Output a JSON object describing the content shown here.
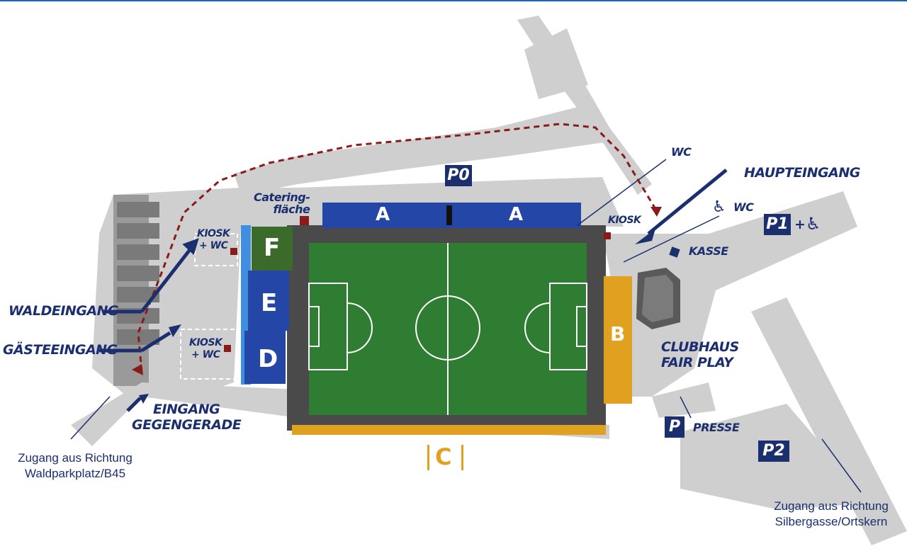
{
  "colors": {
    "navy": "#1b2f6e",
    "pitch": "#2e7d32",
    "stand_blue": "#2446a6",
    "stand_light_blue": "#3f8ee0",
    "stand_green": "#3a6b2a",
    "stand_orange": "#e0a020",
    "route_dashed": "#8b1a1a",
    "path_gray": "#c7c7c7"
  },
  "stands": {
    "a_left": "A",
    "a_right": "A",
    "b": "B",
    "c": "C",
    "d": "D",
    "e": "E",
    "f": "F"
  },
  "parking": {
    "p0": "P0",
    "p1": "P1",
    "p2": "P2",
    "p_presse": "P"
  },
  "labels": {
    "catering": "Catering-\nfläche",
    "kiosk_top": "KIOSK",
    "kiosk_f": "KIOSK\n+ WC",
    "kiosk_d": "KIOSK\n+ WC",
    "wc_top": "WC",
    "accessible_wc": "WC",
    "haupteingang": "HAUPTEINGANG",
    "kasse": "KASSE",
    "clubhaus": "CLUBHAUS\nFAIR PLAY",
    "presse": "PRESSE",
    "waldeingang": "WALDEINGANG",
    "gaesteeingang": "GÄSTEEINGANG",
    "eingang_gegengerade": "EINGANG\nGEGENGERADE",
    "zugang_west": "Zugang aus Richtung\nWaldparkplatz/B45",
    "zugang_east": "Zugang aus Richtung\nSilbergasse/Ortskern",
    "p1_plus": "+"
  },
  "icons": {
    "accessible": "wheelchair-icon",
    "arrow": "arrow-icon"
  }
}
